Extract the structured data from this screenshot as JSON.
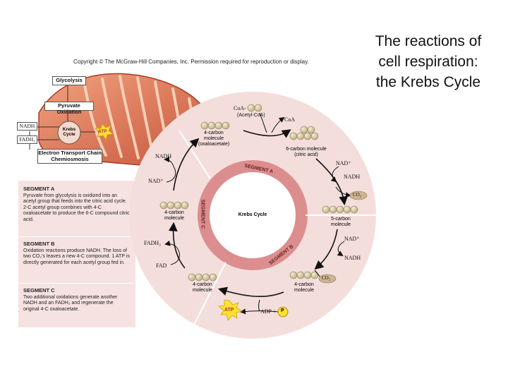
{
  "title": [
    "The reactions of",
    "cell respiration:",
    "the Krebs Cycle"
  ],
  "copyright": "Copyright © The McGraw-Hill Companies, Inc. Permission required for reproduction or display.",
  "overview": {
    "glycolysis": "Glycolysis",
    "pyruvate_oxidation": "Pyruvate Oxidation",
    "krebs": "Krebs\nCycle",
    "atp": "ATP",
    "nadh": "NADH",
    "fadh2": "FADH₂",
    "etc": "Electron Transport Chain\nChemiosmosis"
  },
  "cycle": {
    "center": "Krebs Cycle",
    "segment_a": "SEGMENT A",
    "segment_b": "SEGMENT B",
    "segment_c": "SEGMENT C",
    "coa_in": "CoA-",
    "acetyl_coa": "(Acetyl-CoA)",
    "coa_out": "CoA",
    "oxaloacetate": "4-carbon\nmolecule\n(oxaloacetate)",
    "citric_acid": "6-carbon molecule\n(citric acid)",
    "nad_plus_1": "NAD⁺",
    "nadh_1": "NADH",
    "co2_1": "CO₂",
    "five_carbon": "5-carbon\nmolecule",
    "nad_plus_2": "NAD⁺",
    "nadh_2": "NADH",
    "co2_2": "CO₂",
    "four_carbon_1": "4-carbon\nmolecule",
    "four_carbon_2": "4-carbon\nmolecule",
    "four_carbon_3": "4-carbon\nmolecule",
    "atp": "ATP",
    "adp_plus": "ADP +",
    "p": "P",
    "fadh2": "FADH₂",
    "fad": "FAD",
    "nadh_3": "NADH",
    "nad_plus_3": "NAD⁺"
  },
  "segments": [
    {
      "heading": "SEGMENT A",
      "text": "Pyruvate from glycolysis is oxidized into an acetyl group that feeds into the citric acid cycle. 2-C acetyl group combines with 4-C oxaloacetate to produce the 6-C compound citric acid."
    },
    {
      "heading": "SEGMENT B",
      "text": "Oxidation reactions produce NADH. The loss of two CO₂'s leaves a new 4-C compound. 1 ATP is directly generated for each acetyl group fed in."
    },
    {
      "heading": "SEGMENT C",
      "text": "Two additional oxidations generate another NADH and an FADH₂ and regenerate the original 4-C oxaloacetate."
    }
  ],
  "colors": {
    "ring_bg": "#f4dedc",
    "ring_inner": "#dc8e8e",
    "ring_center": "#ffffff",
    "molecule": "#d8cfae",
    "co2": "#cbb592",
    "atp": "#ffe033",
    "mito": "#e27a55"
  }
}
